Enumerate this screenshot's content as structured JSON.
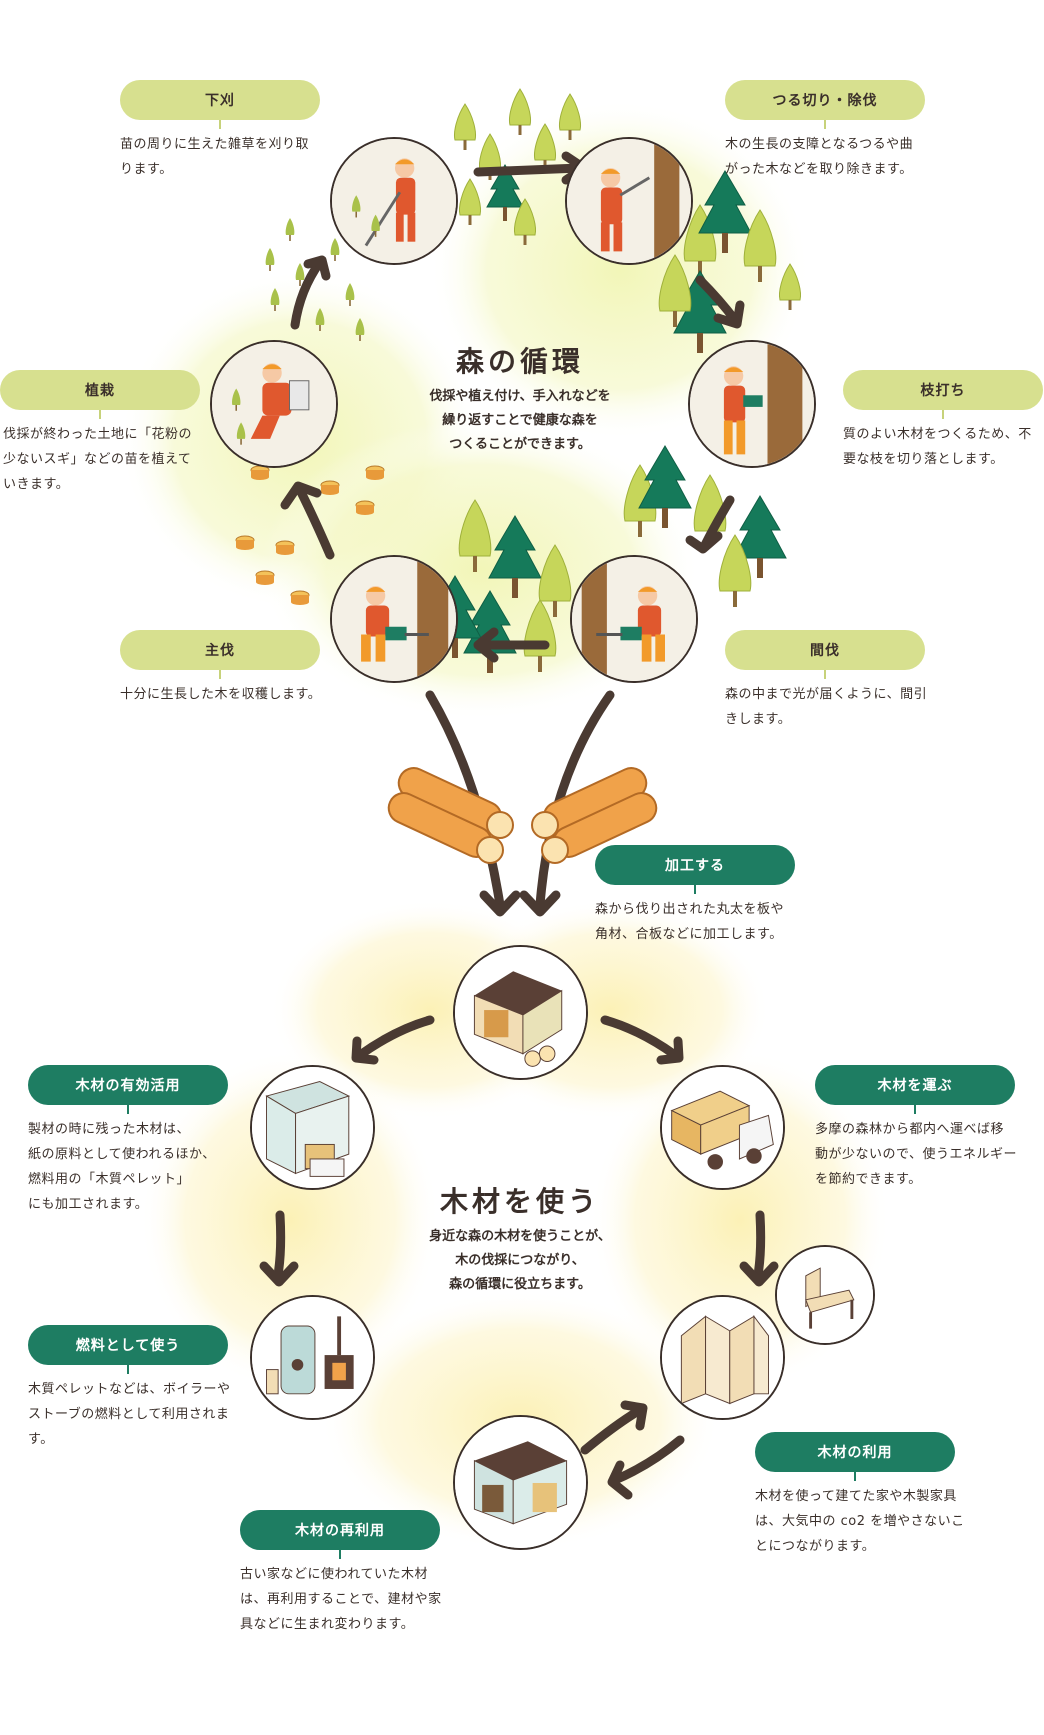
{
  "forest_cycle": {
    "title": "森の循環",
    "lines": [
      "伐採や植え付け、手入れなどを",
      "繰り返すことで健康な森を",
      "つくることができます。"
    ]
  },
  "wood_use": {
    "title": "木材を使う",
    "lines": [
      "身近な森の木材を使うことが、",
      "木の伐採につながり、",
      "森の循環に役立ちます。"
    ]
  },
  "steps": {
    "shitagari": {
      "label": "下刈",
      "lines": [
        "苗の周りに生えた雑草を刈り取",
        "ります。"
      ]
    },
    "tsurugiri": {
      "label": "つる切り・除伐",
      "lines": [
        "木の生長の支障となるつるや曲",
        "がった木などを取り除きます。"
      ]
    },
    "shokusai": {
      "label": "植栽",
      "lines": [
        "伐採が終わった土地に「花粉の",
        "少ないスギ」などの苗を植えて",
        "いきます。"
      ]
    },
    "edauchi": {
      "label": "枝打ち",
      "lines": [
        "質のよい木材をつくるため、不",
        "要な枝を切り落とします。"
      ]
    },
    "shubatsu": {
      "label": "主伐",
      "lines": [
        "十分に生長した木を収穫します。"
      ]
    },
    "kanbatsu": {
      "label": "間伐",
      "lines": [
        "森の中まで光が届くように、間引",
        "きします。"
      ]
    },
    "kakou": {
      "label": "加工する",
      "lines": [
        "森から伐り出された丸太を板や",
        "角材、合板などに加工します。"
      ]
    },
    "yuukou": {
      "label": "木材の有効活用",
      "lines": [
        "製材の時に残った木材は、",
        "紙の原料として使われるほか、",
        "燃料用の「木質ペレット」",
        "にも加工されます。"
      ]
    },
    "hakobu": {
      "label": "木材を運ぶ",
      "lines": [
        "多摩の森林から都内へ運べば移",
        "動が少ないので、使うエネルギー",
        "を節約できます。"
      ]
    },
    "nenryou": {
      "label": "燃料として使う",
      "lines": [
        "木質ペレットなどは、ボイラーや",
        "ストーブの燃料として利用されま",
        "す。"
      ]
    },
    "riyou": {
      "label": "木材の利用",
      "lines": [
        "木材を使って建てた家や木製家具",
        "は、大気中の co2 を増やさないこ",
        "とにつながります。"
      ]
    },
    "sairiyou": {
      "label": "木材の再利用",
      "lines": [
        "古い家などに使われていた木材",
        "は、再利用することで、建材や家",
        "具などに生まれ変わります。"
      ]
    }
  },
  "colors": {
    "light_pill": "#d7e08f",
    "dark_pill": "#1e7d62",
    "arrow": "#4a3a32",
    "glow_green": "#eef3a8",
    "glow_yellow": "#fbf0b0",
    "worker_orange": "#e0582e"
  }
}
